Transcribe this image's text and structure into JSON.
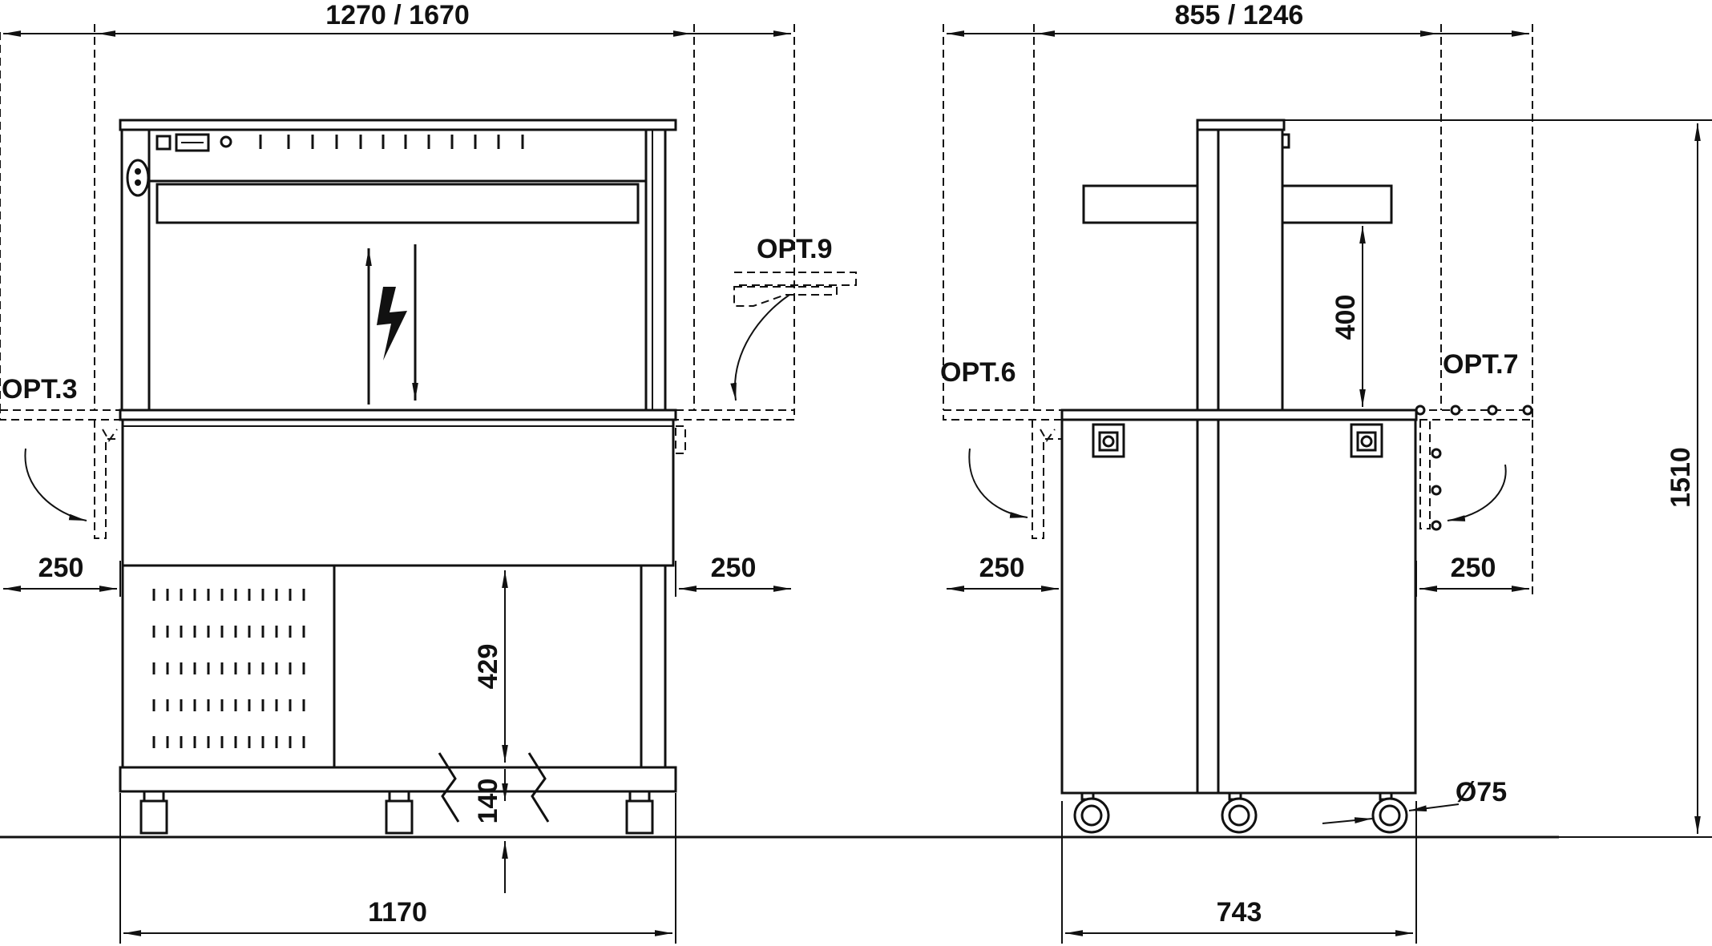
{
  "dimensions": {
    "front_overall_width": "1270 / 1670",
    "side_overall_width": "855 / 1246",
    "front_left_extension": "250",
    "front_right_extension": "250",
    "side_left_extension": "250",
    "side_right_extension": "250",
    "front_lower_clearance": "429",
    "front_foot_height": "140",
    "front_base_width": "1170",
    "side_base_width": "743",
    "side_shelf_height": "400",
    "total_height": "1510",
    "wheel_diameter": "Ø75"
  },
  "options": {
    "opt3": "OPT.3",
    "opt9": "OPT.9",
    "opt6": "OPT.6",
    "opt7": "OPT.7"
  }
}
